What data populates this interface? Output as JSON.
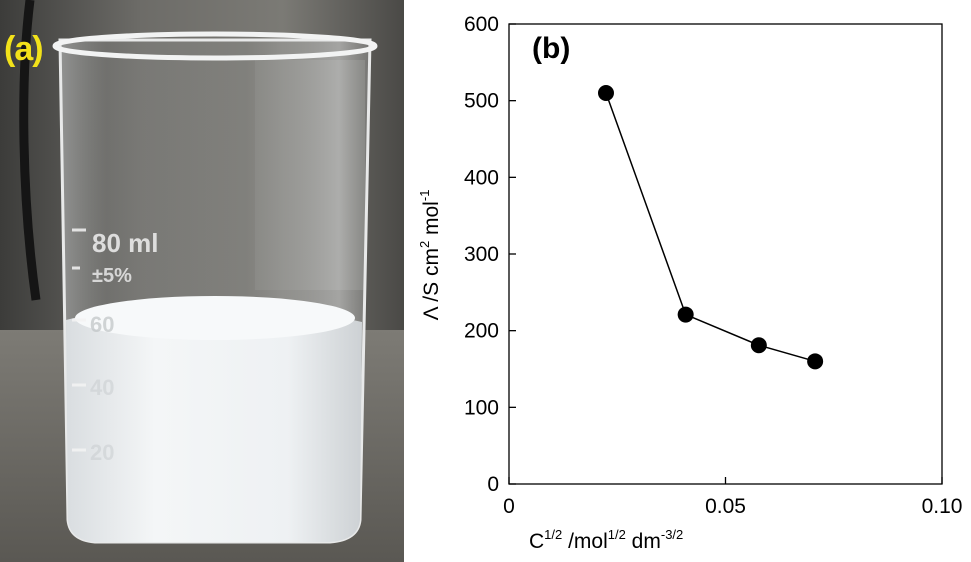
{
  "panels": {
    "a_label": "(a)",
    "b_label": "(b)"
  },
  "beaker": {
    "volume_mark": "80 ml",
    "tolerance_mark": "±5%",
    "scale_marks": [
      "60",
      "40",
      "20"
    ]
  },
  "colors": {
    "panel_label_a": "#f2e21a",
    "series": "#000000",
    "liquid": "#eef1f3",
    "background": "#5a5a58"
  },
  "chart_data": {
    "type": "line",
    "xlabel_parts": {
      "base": "C",
      "base_exp": "1/2",
      "unit": " /mol",
      "unit_exp": "1/2",
      "unit2": " dm",
      "unit2_exp": "-3/2"
    },
    "ylabel_parts": {
      "base": "Λ /S cm",
      "base_exp": "2",
      "unit": " mol",
      "unit_exp": "-1"
    },
    "xlim": [
      0,
      0.1
    ],
    "ylim": [
      0,
      600
    ],
    "x_ticks": [
      0,
      0.05,
      0.1
    ],
    "x_tick_labels": [
      "0",
      "0.05",
      "0.10"
    ],
    "y_ticks": [
      0,
      100,
      200,
      300,
      400,
      500,
      600
    ],
    "y_tick_labels": [
      "0",
      "100",
      "200",
      "300",
      "400",
      "500",
      "600"
    ],
    "grid": false,
    "series": [
      {
        "marker": "circle",
        "x": [
          0.0224,
          0.0408,
          0.0577,
          0.0707
        ],
        "y": [
          510,
          221,
          181,
          160
        ]
      }
    ]
  }
}
